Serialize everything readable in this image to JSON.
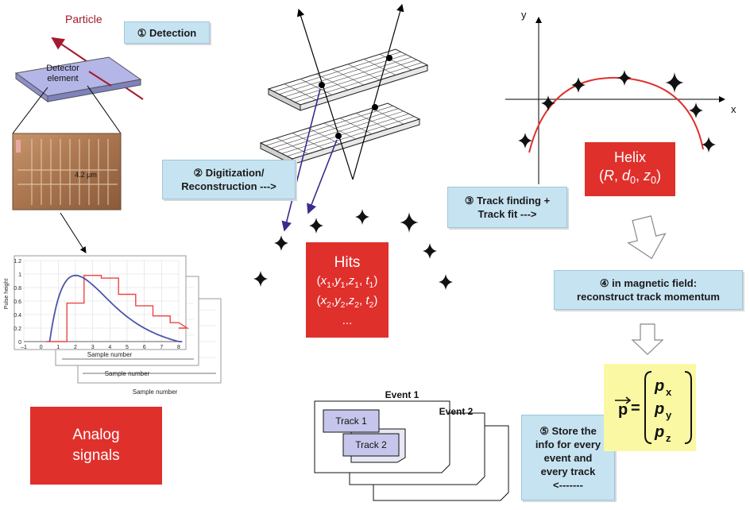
{
  "particle_label": "Particle",
  "detector_label_1": "Detector",
  "detector_label_2": "element",
  "micrograph_scale": "4.2 µm",
  "step1": "① Detection",
  "step2_line1": "② Digitization/",
  "step2_line2": "Reconstruction --->",
  "step3_line1": "③ Track finding +",
  "step3_line2": "Track fit  --->",
  "step4_line1": "④ in magnetic field:",
  "step4_line2": "reconstruct track momentum",
  "step5_lines": [
    "⑤ Store the",
    "info for every",
    "event and",
    "every track",
    "<-------"
  ],
  "analog_line1": "Analog",
  "analog_line2": "signals",
  "hits_title": "Hits",
  "hits_row1": [
    "x",
    "1",
    "y",
    "1",
    "z",
    "1",
    "t",
    "1"
  ],
  "hits_row2": [
    "x",
    "2",
    "y",
    "2",
    "z",
    "2",
    "t",
    "2"
  ],
  "hits_ellipsis": "...",
  "helix_title": "Helix",
  "helix_params": [
    "R",
    "d",
    "0",
    "z",
    "0"
  ],
  "axis_x": "x",
  "axis_y": "y",
  "event1_label": "Event 1",
  "event2_label": "Event 2",
  "track1_label": "Track 1",
  "track2_label": "Track 2",
  "momentum_symbol": "p",
  "momentum_components": [
    "p",
    "x",
    "p",
    "y",
    "p",
    "z"
  ],
  "pulse_ylabel": "Pulse height",
  "pulse_xlabel": "Sample number",
  "pulse_yticks": [
    "0",
    "0.2",
    "0.4",
    "0.6",
    "0.8",
    "1",
    "1.2"
  ],
  "pulse_xticks": [
    "–1",
    "0",
    "1",
    "2",
    "3",
    "4",
    "5",
    "6",
    "7",
    "8"
  ],
  "colors": {
    "red": "#e0302c",
    "blue_box": "#c6e3f1",
    "yellow_box": "#fbf8a4",
    "particle": "#a3192e",
    "arrow_blue": "#3b2b8c"
  }
}
